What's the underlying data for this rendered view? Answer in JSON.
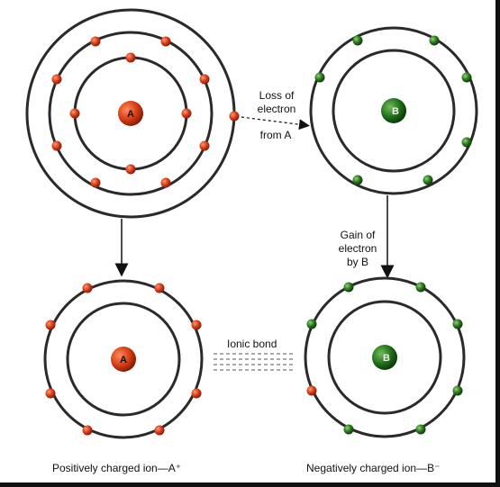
{
  "labels": {
    "loss": [
      "Loss of",
      "electron",
      "from A"
    ],
    "gain": [
      "Gain of",
      "electron",
      "by B"
    ],
    "ionic_bond": "Ionic bond",
    "caption_left": "Positively charged ion—A⁺",
    "caption_right": "Negatively charged ion—B⁻"
  },
  "atoms": {
    "top_left": {
      "nucleus": "A",
      "shells": 3,
      "electrons": [
        4,
        8,
        1
      ]
    },
    "top_right": {
      "nucleus": "B",
      "shells": 2,
      "electrons": [
        0,
        7
      ]
    },
    "bottom_left": {
      "nucleus": "A",
      "shells": 2,
      "electrons": [
        0,
        8
      ]
    },
    "bottom_right": {
      "nucleus": "B",
      "shells": 2,
      "electrons": [
        0,
        8
      ],
      "gained_electrons": 1
    }
  },
  "colors": {
    "electron_A": "#d9401c",
    "electron_B": "#2c7a1e",
    "nucleus_A": "#d33a12",
    "nucleus_B": "#1f6d16",
    "shell": "#2a2a2a"
  }
}
